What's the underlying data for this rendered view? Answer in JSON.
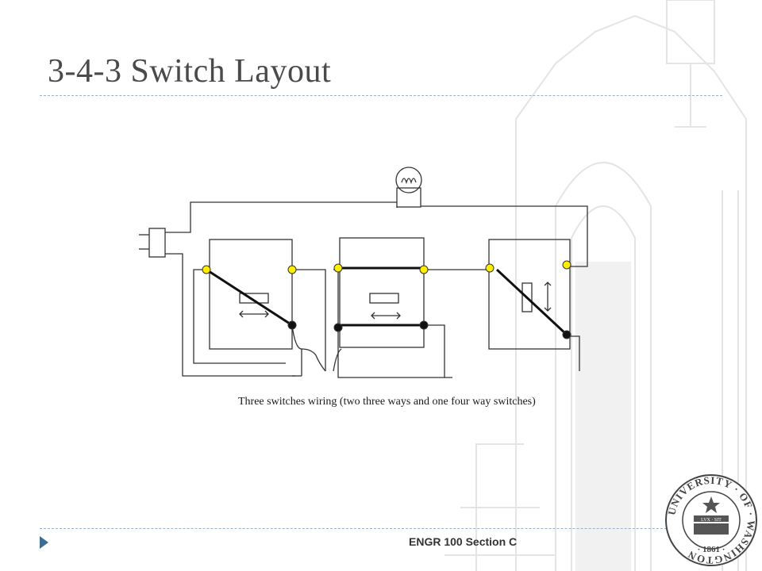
{
  "slide": {
    "title": "3-4-3 Switch Layout",
    "footer": "ENGR 100 Section C"
  },
  "diagram": {
    "caption": "Three switches wiring  (two three ways and one four way switches)",
    "components": [
      "plug-icon",
      "light-bulb-icon",
      "three-way-switch",
      "four-way-switch",
      "three-way-switch"
    ],
    "terminal_color": "#ffee00"
  },
  "seal": {
    "text": "UNIVERSITY · OF · WASHINGTON",
    "year": "1861",
    "motto": "LVX · SIT"
  }
}
